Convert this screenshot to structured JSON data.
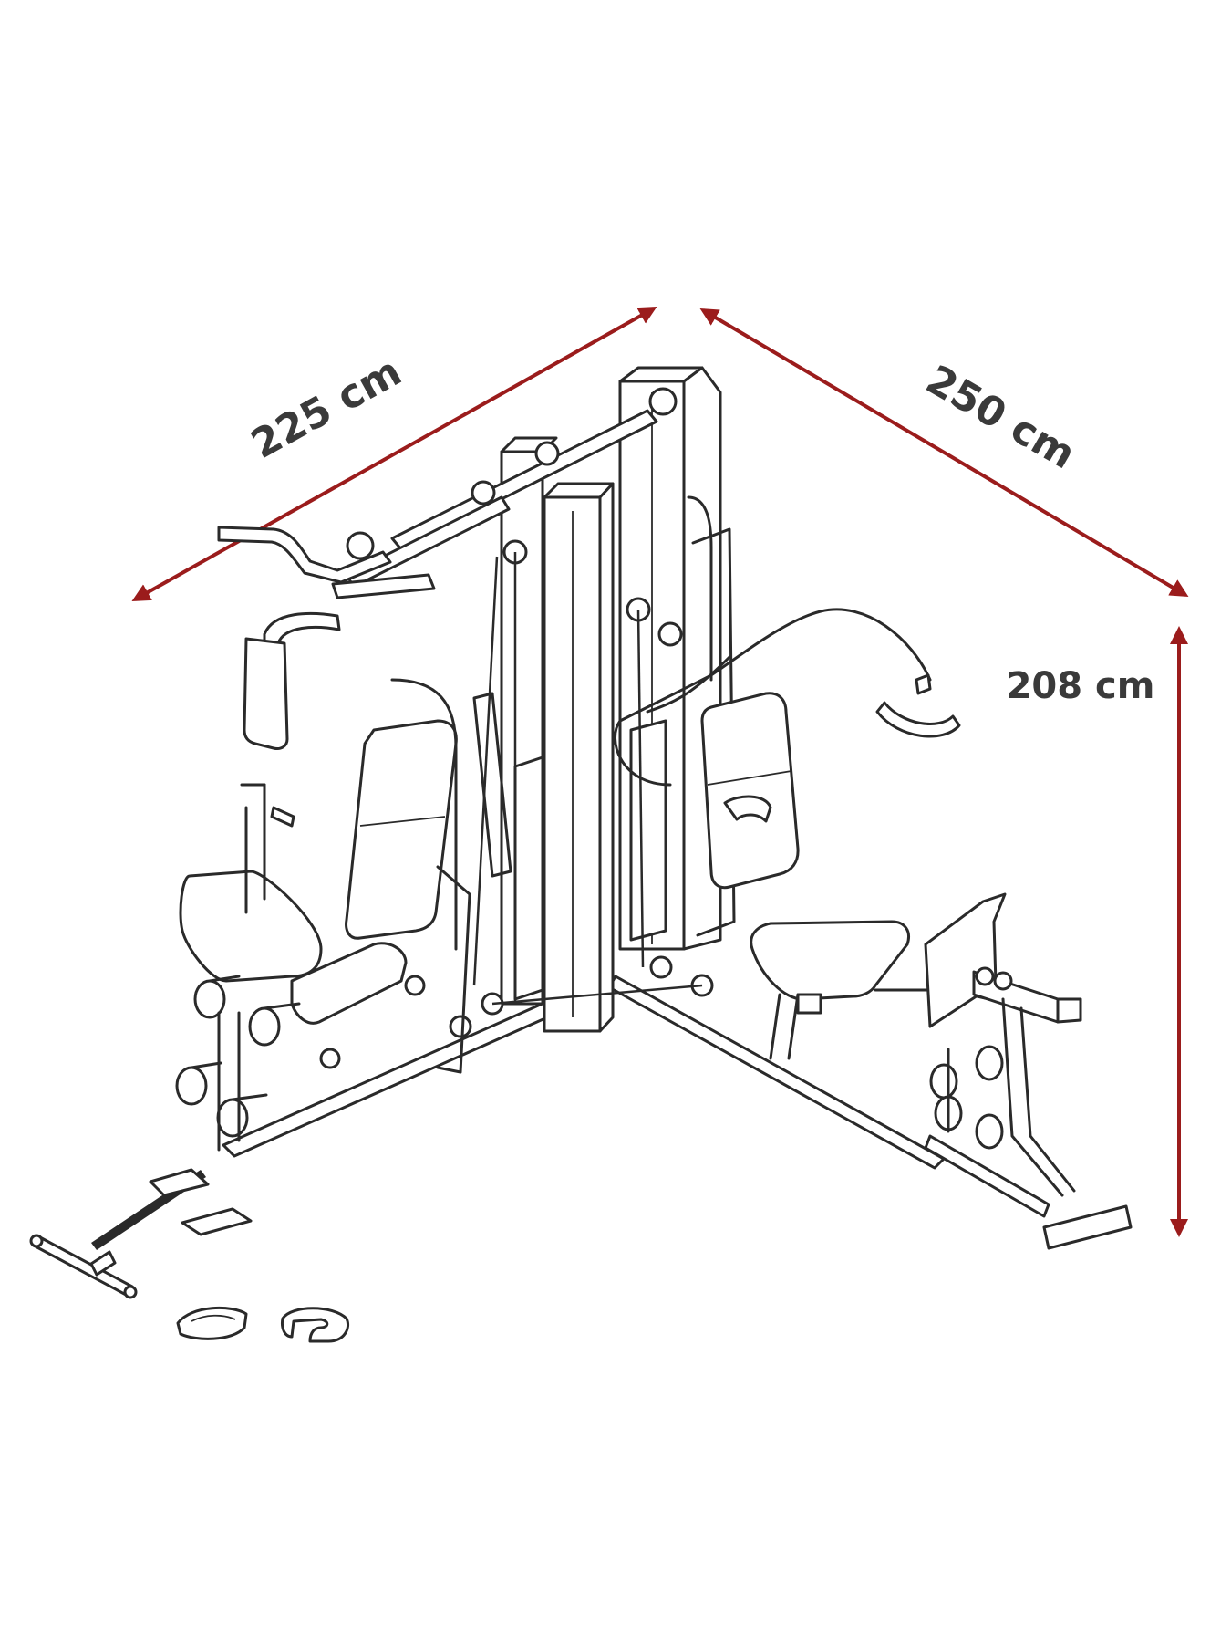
{
  "dimensions": {
    "width_label": "225 cm",
    "depth_label": "250 cm",
    "height_label": "208 cm"
  },
  "colors": {
    "dimension_arrow": "#9b1c1c",
    "line_art": "#2a2a2a",
    "label_text": "#3a3a3a",
    "background": "#ffffff"
  }
}
